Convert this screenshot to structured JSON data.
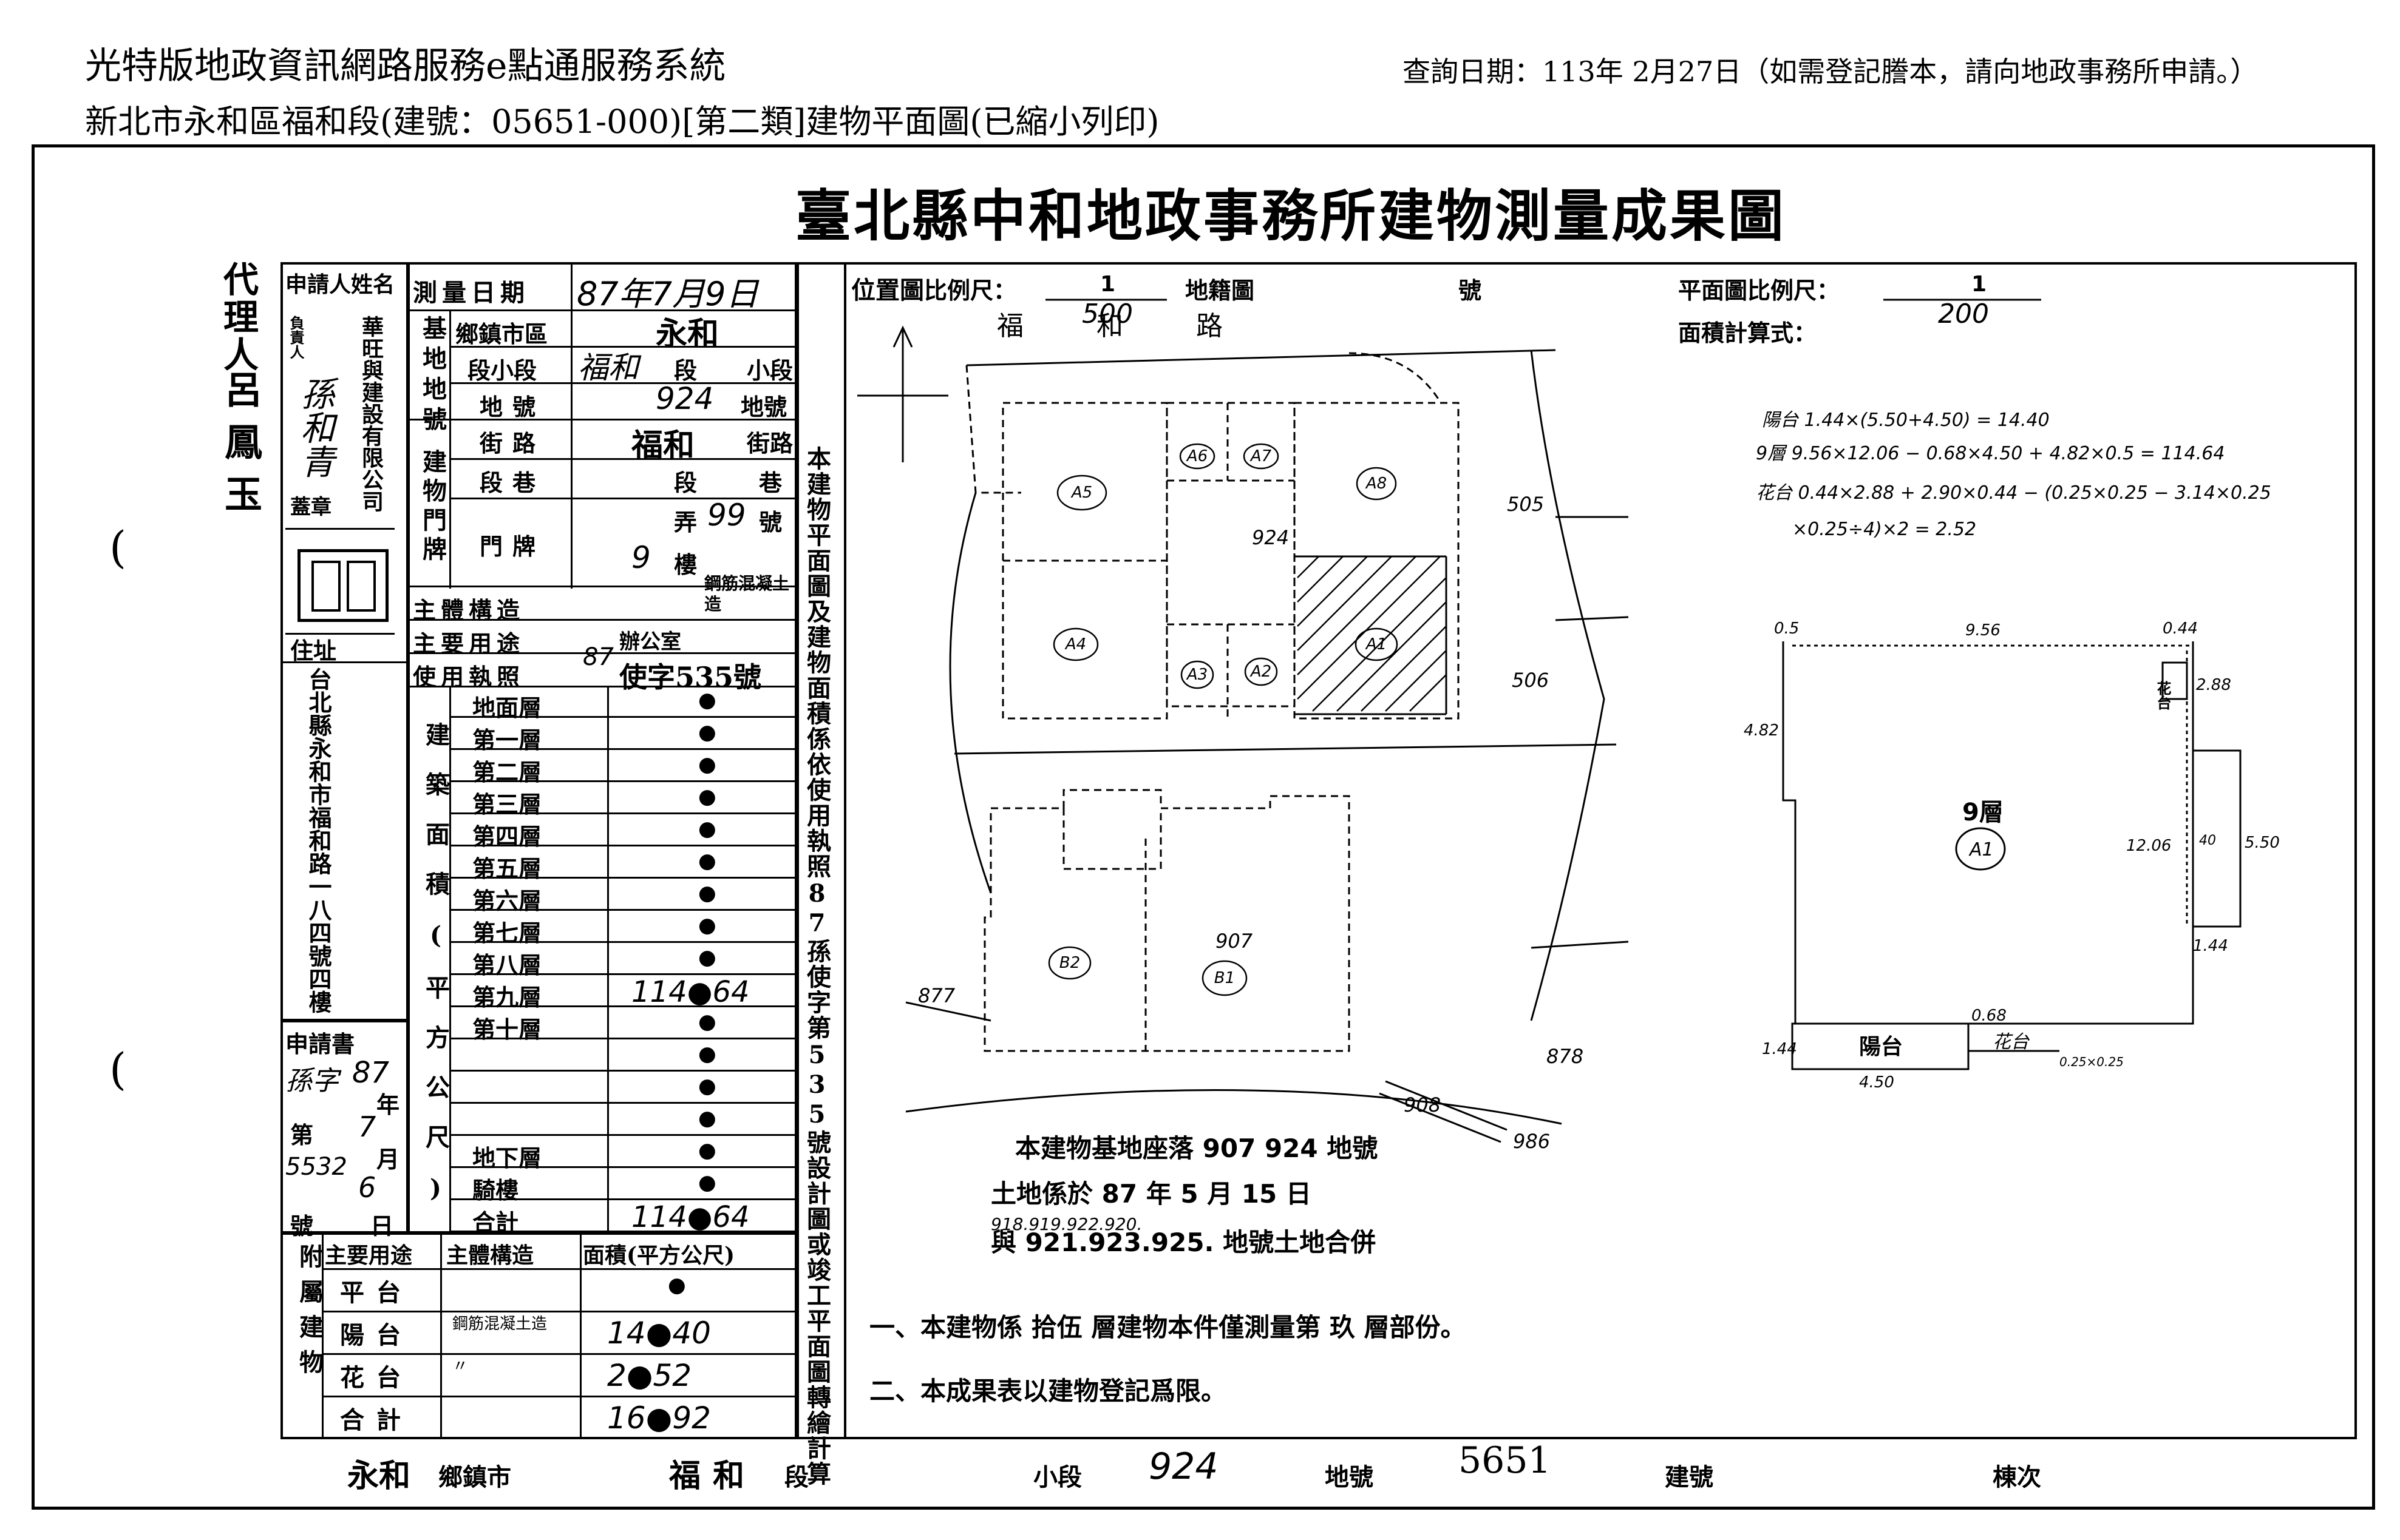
{
  "header": {
    "system_name": "光特版地政資訊網路服務e點通服務系統",
    "query_date": "查詢日期：113年 2月27日（如需登記謄本，請向地政事務所申請。）",
    "subtitle": "新北市永和區福和段(建號：05651-000)[第二類]建物平面圖(已縮小列印)"
  },
  "document": {
    "title": "臺北縣中和地政事務所建物測量成果圖",
    "agent_label": "代理人",
    "agent_name": "呂鳳玉",
    "paren_1": "(",
    "paren_2": "(",
    "applicant": {
      "label_name": "申請人姓名",
      "owner_label": "負責人",
      "company": "華旺與建設有限公司",
      "rep_sign": "孫和青",
      "seal_label": "蓋章",
      "address_label": "住址",
      "address": "台北縣永和市福和路一八四號四樓"
    },
    "survey": {
      "date_label": "測量日期",
      "date_value": "87年7月9日",
      "base_label": "基地地號",
      "township_label": "鄉鎮市區",
      "township_value": "永和",
      "section_label": "段小段",
      "section_value": "福和",
      "section_suffix": "段",
      "subsection_suffix": "小段",
      "lot_label": "地號",
      "lot_value": "924",
      "lot_suffix": "地號",
      "door_label": "建物門牌",
      "street_label": "街路",
      "street_value": "福和",
      "street_suffix": "街路",
      "lane_label": "段巷",
      "lane_suffix": "段",
      "lane_suffix2": "巷",
      "number_label": "門牌",
      "alley_value": "弄",
      "number_value": "99",
      "number_suffix": "號",
      "floor_value": "9",
      "floor_suffix": "樓",
      "structure_label": "主體構造",
      "structure_value": "鋼筋混凝土造",
      "usage_label": "主要用途",
      "usage_value": "辦公室",
      "permit_label": "使用執照",
      "permit_prefix": "87",
      "permit_value": "使字535號"
    },
    "area": {
      "vertical_label": "建築面積(平方公尺)",
      "floors": [
        {
          "name": "地面層",
          "value": "●"
        },
        {
          "name": "第一層",
          "value": "●"
        },
        {
          "name": "第二層",
          "value": "●"
        },
        {
          "name": "第三層",
          "value": "●"
        },
        {
          "name": "第四層",
          "value": "●"
        },
        {
          "name": "第五層",
          "value": "●"
        },
        {
          "name": "第六層",
          "value": "●"
        },
        {
          "name": "第七層",
          "value": "●"
        },
        {
          "name": "第八層",
          "value": "●"
        },
        {
          "name": "第九層",
          "value": "114●64"
        },
        {
          "name": "第十層",
          "value": "●"
        },
        {
          "name": "",
          "value": "●"
        },
        {
          "name": "",
          "value": "●"
        },
        {
          "name": "",
          "value": "●"
        },
        {
          "name": "地下層",
          "value": "●"
        },
        {
          "name": "騎樓",
          "value": "●"
        },
        {
          "name": "合計",
          "value": "114●64"
        }
      ]
    },
    "application": {
      "label": "申請書",
      "word_prefix": "孫字",
      "year": "87",
      "year_suffix": "年",
      "no_label": "第",
      "month": "7",
      "month_suffix": "月",
      "no_value": "5532",
      "day": "6",
      "day_suffix": "日",
      "number_label": "號"
    },
    "attached": {
      "label": "附屬建物",
      "col_usage": "主要用途",
      "col_struct": "主體構造",
      "col_area": "面積(平方公尺)",
      "rows": [
        {
          "usage": "平台",
          "struct": "",
          "area": "●"
        },
        {
          "usage": "陽台",
          "struct": "鋼筋混凝土造",
          "area": "14●40"
        },
        {
          "usage": "花台",
          "struct": "〃",
          "area": "2●52"
        },
        {
          "usage": "合計",
          "struct": "",
          "area": "16●92"
        }
      ]
    },
    "vertical_note": "本建物平面圖及建物面積係依使用執照87孫使字第535號設計圖或竣工平面圖轉繪計算",
    "location_map": {
      "label": "位置圖",
      "scale_label": "比例尺：",
      "scale_num": "1",
      "scale_den": "500",
      "cadastral_label": "地籍圖",
      "no_label": "號",
      "road": "福和路",
      "lot_924": "924",
      "lot_907": "907",
      "lot_505": "505",
      "lot_506": "506",
      "lot_878": "878",
      "lot_877": "877",
      "lot_908": "908",
      "lot_986": "986",
      "units": [
        "A5",
        "A6",
        "A7",
        "A8",
        "A4",
        "A3",
        "A2",
        "A1",
        "B2",
        "B1"
      ],
      "base_note_1": "本建物基地座落 907 924 地號",
      "base_note_2": "土地係於 87 年 5 月 15 日",
      "base_note_3": "918.919.922.920.",
      "base_note_4": "與 921.923.925. 地號土地合併"
    },
    "floor_plan": {
      "scale_label": "平面圖比例尺：",
      "scale_num": "1",
      "scale_den": "200",
      "calc_label": "面積計算式：",
      "calc_1": "陽台 1.44×(5.50+4.50) = 14.40",
      "calc_2": "9層 9.56×12.06 − 0.68×4.50 + 4.82×0.5 = 114.64",
      "calc_3": "花台 0.44×2.88 + 2.90×0.44 − (0.25×0.25 − 3.14×0.25",
      "calc_4": "×0.25÷4)×2 = 2.52",
      "dim_top": "9.56",
      "dim_tl": "0.5",
      "dim_tr": "0.44",
      "dim_288": "2.88",
      "dim_482": "4.82",
      "dim_1206": "12.06",
      "dim_550": "5.50",
      "dim_144r": "1.44",
      "dim_068": "0.68",
      "dim_144l": "1.44",
      "dim_450": "4.50",
      "dim_025": "0.25×0.25",
      "floor_label": "9層",
      "unit_label": "A1",
      "balcony_label": "陽台",
      "planter_label": "花台",
      "planter_side": "花台",
      "side_40": "40"
    },
    "notes": {
      "note_1": "一、本建物係 拾伍 層建物本件僅測量第 玖 層部份。",
      "note_2": "二、本成果表以建物登記爲限。"
    },
    "footer": {
      "township": "永和",
      "township_suffix": "鄉鎮市",
      "section": "福和",
      "section_suffix": "段",
      "subsection_label": "小段",
      "lot": "924",
      "lot_label": "地號",
      "building_no": "5651",
      "building_label": "建號",
      "building_count_label": "棟次"
    }
  }
}
